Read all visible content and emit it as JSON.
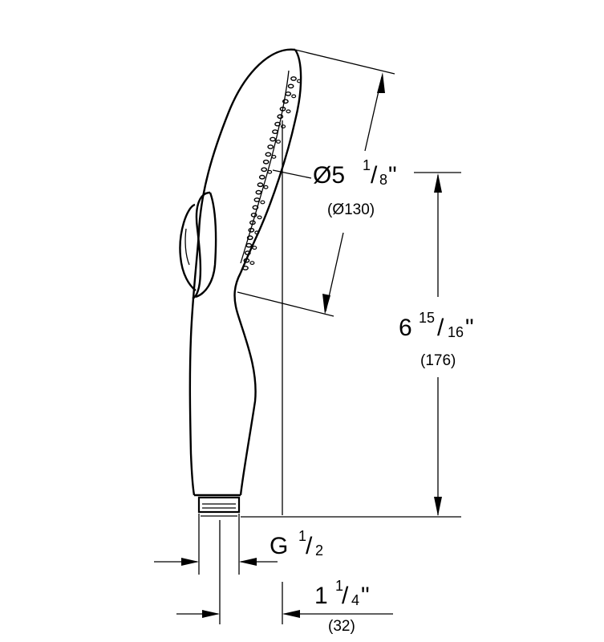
{
  "dimensions": {
    "head_diameter": {
      "symbol": "Ø",
      "whole": "5",
      "numerator": "1",
      "denominator": "8",
      "unit": "\"",
      "metric": "(Ø130)"
    },
    "height": {
      "whole": "6",
      "numerator": "15",
      "denominator": "16",
      "unit": "\"",
      "metric": "(176)"
    },
    "thread": {
      "prefix": "G",
      "numerator": "1",
      "denominator": "2"
    },
    "offset": {
      "whole": "1",
      "numerator": "1",
      "denominator": "4",
      "unit": "\"",
      "metric": "(32)"
    }
  }
}
